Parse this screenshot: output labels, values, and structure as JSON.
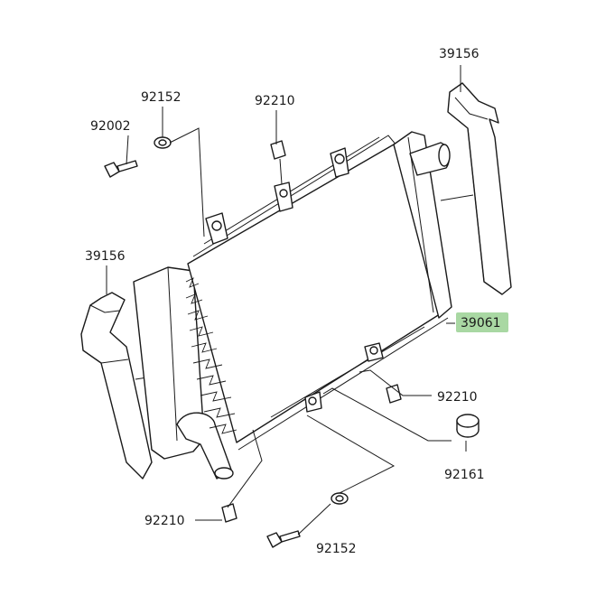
{
  "highlight_color": "#a9d8a3",
  "callouts": [
    {
      "id": "shroud-top-right",
      "part_no": "39156",
      "highlighted": false
    },
    {
      "id": "nut-top",
      "part_no": "92152",
      "highlighted": false
    },
    {
      "id": "clip-top",
      "part_no": "92210",
      "highlighted": false
    },
    {
      "id": "bolt-top",
      "part_no": "92002",
      "highlighted": false
    },
    {
      "id": "shroud-left",
      "part_no": "39156",
      "highlighted": false
    },
    {
      "id": "radiator",
      "part_no": "39061",
      "highlighted": true
    },
    {
      "id": "clip-right",
      "part_no": "92210",
      "highlighted": false
    },
    {
      "id": "grommet",
      "part_no": "92161",
      "highlighted": false
    },
    {
      "id": "clip-bottom",
      "part_no": "92210",
      "highlighted": false
    },
    {
      "id": "nut-bottom",
      "part_no": "92152",
      "highlighted": false
    }
  ]
}
